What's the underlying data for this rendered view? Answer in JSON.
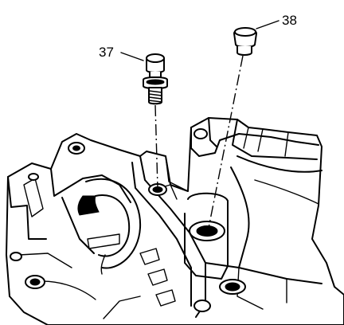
{
  "callouts": [
    {
      "id": "bolt",
      "label": "37"
    },
    {
      "id": "plug",
      "label": "38"
    }
  ]
}
